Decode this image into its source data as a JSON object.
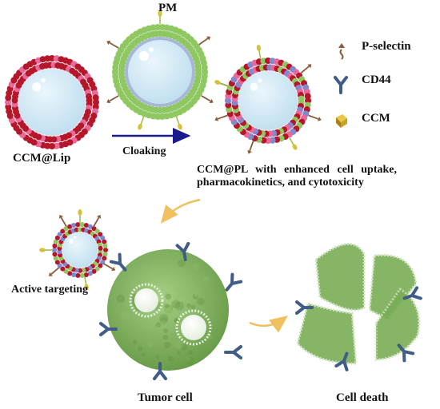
{
  "labels": {
    "pm": "PM",
    "ccm_lip": "CCM@Lip",
    "cloaking": "Cloaking",
    "ccm_pl_caption": "CCM@PL with enhanced cell uptake, pharmacokinetics, and cytotoxicity",
    "active_targeting": "Active targeting",
    "tumor_cell": "Tumor cell",
    "cell_death": "Cell death"
  },
  "legend": [
    {
      "icon": "p-selectin-icon",
      "label": "P-selectin"
    },
    {
      "icon": "cd44-icon",
      "label": "CD44"
    },
    {
      "icon": "ccm-icon",
      "label": "CCM"
    }
  ],
  "colors": {
    "liposome_red": "#b5172a",
    "liposome_pink": "#e86a9a",
    "membrane_green": "#8fc760",
    "membrane_blue": "#7a8bd0",
    "core_blue": "#cfe7f5",
    "arrow_navy": "#1a1a8c",
    "arrow_yellow": "#f0c060",
    "tumor_green": "#79ad56",
    "receptor_blue": "#3f5d86",
    "pselectin_brown": "#8a5a3a",
    "ccm_gold": "#c9a227"
  }
}
